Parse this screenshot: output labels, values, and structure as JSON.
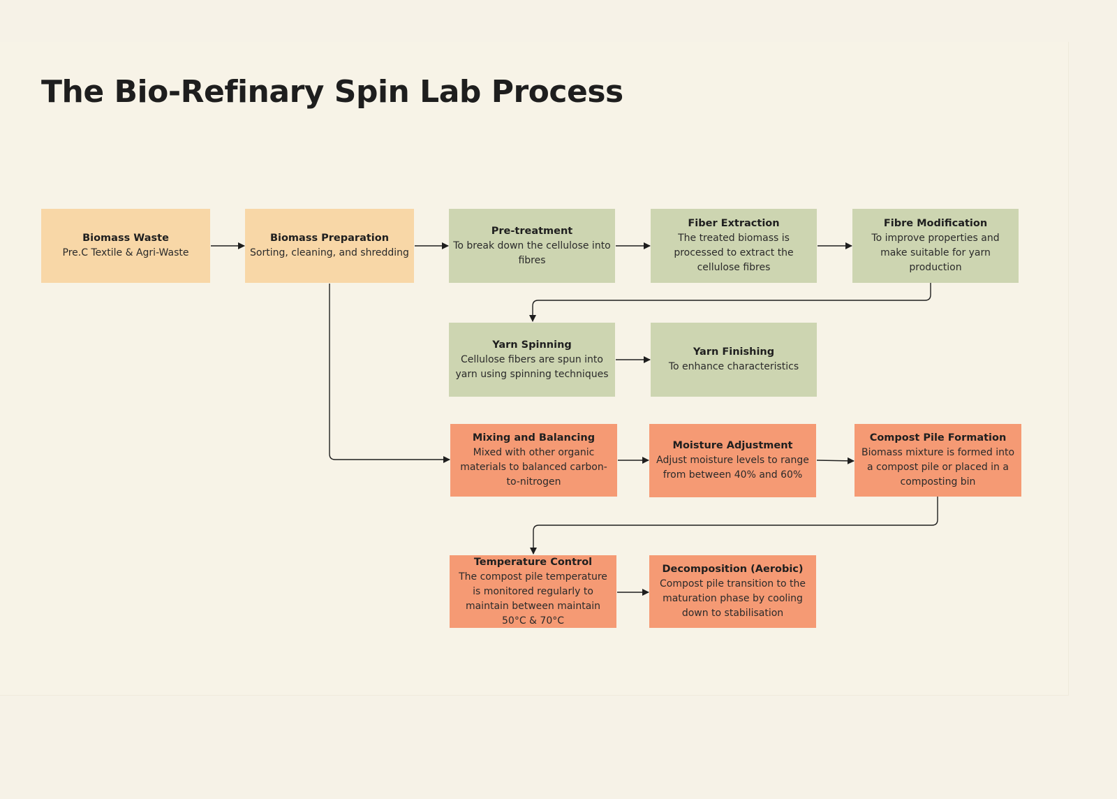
{
  "title": "The Bio-Refinary Spin Lab Process",
  "colors": {
    "background": "#f6f2e7",
    "input_stage": "#f8d7a7",
    "textile_path": "#cdd5b1",
    "compost_path": "#f59a74",
    "connector": "#1e1e1e"
  },
  "nodes": {
    "biomass_waste": {
      "title": "Biomass Waste",
      "desc": "Pre.C Textile & Agri-Waste"
    },
    "biomass_preparation": {
      "title": "Biomass Preparation",
      "desc": "Sorting, cleaning, and shredding"
    },
    "pre_treatment": {
      "title": "Pre-treatment",
      "desc": "To break down the cellulose into fibres"
    },
    "fiber_extraction": {
      "title": "Fiber Extraction",
      "desc": "The treated biomass is processed to extract the cellulose fibres"
    },
    "fibre_modification": {
      "title": "Fibre Modification",
      "desc": "To improve properties and make suitable for yarn production"
    },
    "yarn_spinning": {
      "title": "Yarn Spinning",
      "desc": "Cellulose fibers are spun into yarn using spinning techniques"
    },
    "yarn_finishing": {
      "title": "Yarn Finishing",
      "desc": "To enhance characteristics"
    },
    "mixing_balancing": {
      "title": "Mixing and Balancing",
      "desc": "Mixed with other organic materials to balanced carbon-to-nitrogen"
    },
    "moisture_adjustment": {
      "title": "Moisture Adjustment",
      "desc": "Adjust moisture levels to range from between 40% and 60%"
    },
    "compost_pile_formation": {
      "title": "Compost Pile Formation",
      "desc": "Biomass mixture is formed into a compost pile or placed in a composting bin"
    },
    "temperature_control": {
      "title": "Temperature Control",
      "desc": "The compost pile temperature is monitored regularly to maintain between maintain 50°C & 70°C"
    },
    "decomposition": {
      "title": "Decomposition (Aerobic)",
      "desc": "Compost pile transition to the maturation phase by cooling down to stabilisation"
    }
  },
  "edges": [
    {
      "from": "biomass_waste",
      "to": "biomass_preparation"
    },
    {
      "from": "biomass_preparation",
      "to": "pre_treatment"
    },
    {
      "from": "pre_treatment",
      "to": "fiber_extraction"
    },
    {
      "from": "fiber_extraction",
      "to": "fibre_modification"
    },
    {
      "from": "fibre_modification",
      "to": "yarn_spinning"
    },
    {
      "from": "yarn_spinning",
      "to": "yarn_finishing"
    },
    {
      "from": "biomass_preparation",
      "to": "mixing_balancing"
    },
    {
      "from": "mixing_balancing",
      "to": "moisture_adjustment"
    },
    {
      "from": "moisture_adjustment",
      "to": "compost_pile_formation"
    },
    {
      "from": "compost_pile_formation",
      "to": "temperature_control"
    },
    {
      "from": "temperature_control",
      "to": "decomposition"
    }
  ]
}
